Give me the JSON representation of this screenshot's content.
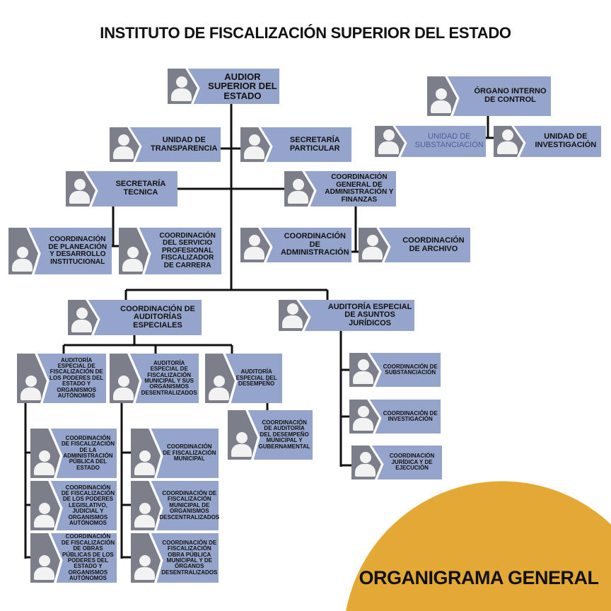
{
  "title": "INSTITUTO DE FISCALIZACIÓN SUPERIOR DEL ESTADO",
  "footer": "ORGANIGRAMA GENERAL",
  "colors": {
    "box": "#95a4cb",
    "box_gray": "#7c7f89",
    "accent_circle": "#e3a934",
    "line": "#111111"
  },
  "icon": "person-icon",
  "nodes": {
    "audior": "AUDIOR SUPERIOR DEL ESTADO",
    "transparencia": "UNIDAD DE TRANSPARENCIA",
    "particular": "SECRETARÍA PARTICULAR",
    "tecnica": "SECRETARÍA TECNICA",
    "cgaf": "COORDINACIÓN GENERAL DE ADMINISTRACIÓN Y FINANZAS",
    "planeacion": "COORDINACIÓN DE PLANEACIÓN Y DESARROLLO INSTITUCIONAL",
    "servicio": "COORDINACIÓN DEL SERVICIO PROFESIONAL FISCALIZADOR DE CARRERA",
    "cadmin": "COORDINACIÓN DE ADMINISTRACIÓN",
    "archivo": "COORDINACIÓN DE ARCHIVO",
    "oic": "ÓRGANO INTERNO DE CONTROL",
    "usubst": "UNIDAD DE SUBSTANCIACIÓN",
    "uinvest": "UNIDAD DE INVESTIGACIÓN",
    "cae": "COORDINACIÓN DE AUDITORÍAS ESPECIALES",
    "aeaj": "AUDITORÍA ESPECIAL DE ASUNTOS JURÍDICOS",
    "aepoderes": "AUDITORÍA ESPECIAL DE FISCALIZACIÓN DE LOS PODERES DEL ESTADO Y ORGANISMOS AUTÓNOMOS",
    "aemunicipal": "AUDITORÍA ESPECIAL DE FISCALIZACIÓN MUNICIPAL Y SUS ORGANISMOS DESENTRALIZADOS",
    "aedesempeno": "AUDITORÍA ESPECIAL DEL DESEMPEÑO",
    "cdesempeno": "COORDINACIÓN DE AUDITORÍA DEL DESEMPEÑO MUNICIPAL Y GUBERNAMENTAL",
    "cfap": "COORDINACIÓN DE FISCALIZACIÓN DE LA ADMINISTRACIÓN PÚBLICA DEL ESTADO",
    "cflj": "COORDINACIÓN DE FISCALIZACIÓN DE LOS PODERES LEGISLATIVO, JUDICIAL Y ORGANISMOS AUTÓNOMOS",
    "cfop": "COORDINACIÓN DE FISCALIZACIÓN DE OBRAS PÚBLICAS DE LOS PODERES DEL ESTADO Y ORGANISMOS AUTÓNOMOS",
    "cfm": "COORDINACIÓN DE FISCALIZACIÓN MUNICIPAL",
    "cfmo": "COORDINACIÓN DE FISCALIZACIÓN MUNICIPAL DE ORGANISMOS DESCENTRALIZADOS",
    "cfopm": "COORDINACIÓN DE FISCALIZACIÓN OBRA PÚBLICA MUNICIPAL Y DE ÓRGANOS DESENTRALIZADOS",
    "csubst": "COORDINACIÓN DE SUBSTANCIACIÓN",
    "cinvest": "COORDINACIÓN DE INVESTIGACIÓN",
    "cjuridica": "COORDINACIÓN JURÍDICA Y DE EJECUCIÓN"
  }
}
